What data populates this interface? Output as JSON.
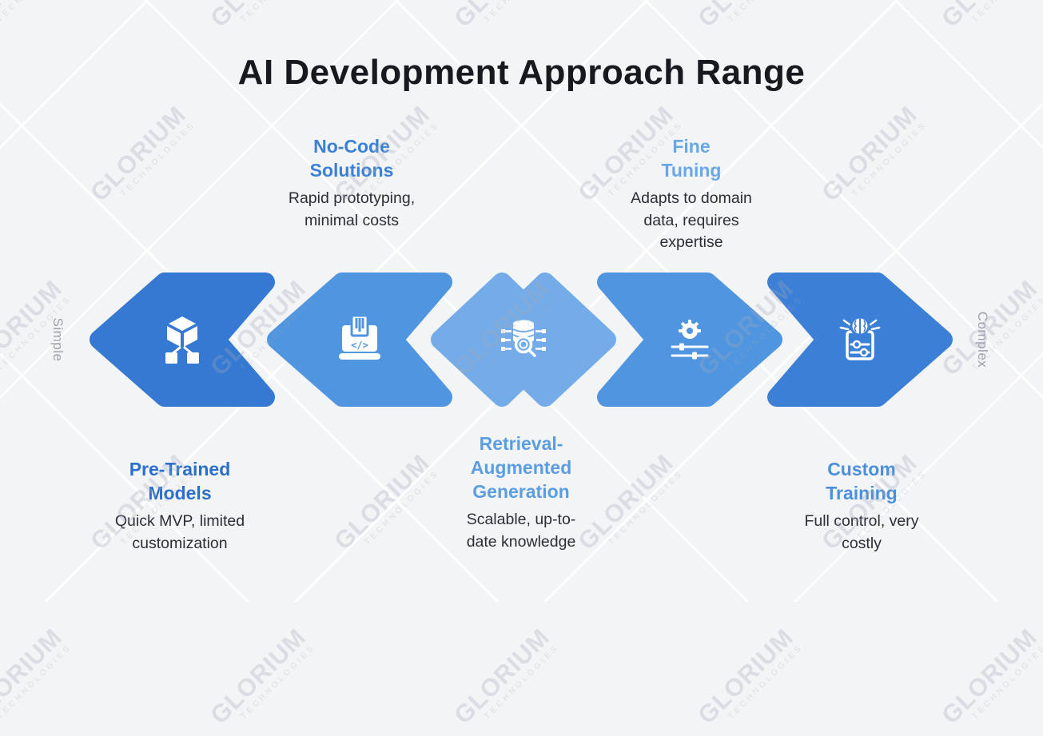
{
  "title": "AI Development Approach Range",
  "watermark": {
    "brand": "GLORIUM",
    "sub": "TECHNOLOGIES"
  },
  "scale": {
    "left_label": "Simple",
    "right_label": "Complex"
  },
  "colors": {
    "background": "#f3f4f6",
    "title": "#17191e",
    "body_text": "#2b2e35",
    "side_labels": "#9da2aa",
    "arrow_dark": "#3579d3",
    "arrow_medium": "#5095e0",
    "arrow_light": "#74ace9"
  },
  "approaches": [
    {
      "id": "pre-trained-models",
      "heading_lines": [
        "Pre-Trained",
        "Models"
      ],
      "heading_color": "#2b6fca",
      "desc_lines": [
        "Quick MVP, limited",
        "customization"
      ],
      "arrow_color": "#3579d3",
      "arrow_direction": "left",
      "icon": "cube-network-icon",
      "label_position": "bottom"
    },
    {
      "id": "no-code-solutions",
      "heading_lines": [
        "No-Code",
        "Solutions"
      ],
      "heading_color": "#3b80d7",
      "desc_lines": [
        "Rapid prototyping,",
        "minimal costs"
      ],
      "arrow_color": "#5095e0",
      "arrow_direction": "left",
      "icon": "laptop-code-icon",
      "label_position": "top"
    },
    {
      "id": "retrieval-augmented-generation",
      "heading_lines": [
        "Retrieval-",
        "Augmented",
        "Generation"
      ],
      "heading_color": "#5b9de2",
      "desc_lines": [
        "Scalable, up-to-",
        "date knowledge"
      ],
      "arrow_color": "#74ace9",
      "arrow_direction": "both",
      "icon": "database-search-icon",
      "label_position": "bottom"
    },
    {
      "id": "fine-tuning",
      "heading_lines": [
        "Fine",
        "Tuning"
      ],
      "heading_color": "#69a7e6",
      "desc_lines": [
        "Adapts to domain",
        "data, requires",
        "expertise"
      ],
      "arrow_color": "#5095e0",
      "arrow_direction": "right",
      "icon": "gear-sliders-icon",
      "label_position": "top"
    },
    {
      "id": "custom-training",
      "heading_lines": [
        "Custom",
        "Training"
      ],
      "heading_color": "#4a90dc",
      "desc_lines": [
        "Full control, very",
        "costly"
      ],
      "arrow_color": "#3b80d6",
      "arrow_direction": "right",
      "icon": "ai-brain-tuner-icon",
      "label_position": "bottom"
    }
  ]
}
